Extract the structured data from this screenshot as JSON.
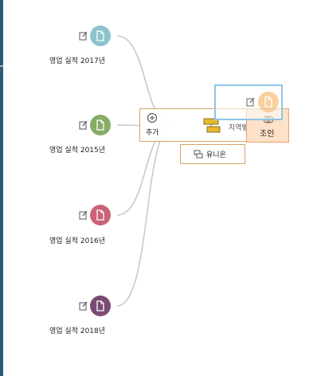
{
  "colors": {
    "sidebar": "#2e5a7c",
    "link": "#c9c9c9",
    "drop_border": "#d6a46a",
    "join_fill": "#fde1c8",
    "selection_border": "#8ec5e6"
  },
  "nodes": [
    {
      "label": "영업 실적 2017년",
      "color": "#8cc4cc",
      "icon": "file-icon"
    },
    {
      "label": "영업 실적 2015년",
      "color": "#86ad64",
      "icon": "file-icon"
    },
    {
      "label": "영업 실적 2016년",
      "color": "#cc6279",
      "icon": "file-icon"
    },
    {
      "label": "영업 실적 2018년",
      "color": "#7b4b73",
      "icon": "file-icon"
    }
  ],
  "drop_zone": {
    "add_label": "추가",
    "steward_label": "지역별 관리자",
    "join_label": "조인",
    "union_label": "유니온",
    "dragged_color": "#f7c98e"
  }
}
